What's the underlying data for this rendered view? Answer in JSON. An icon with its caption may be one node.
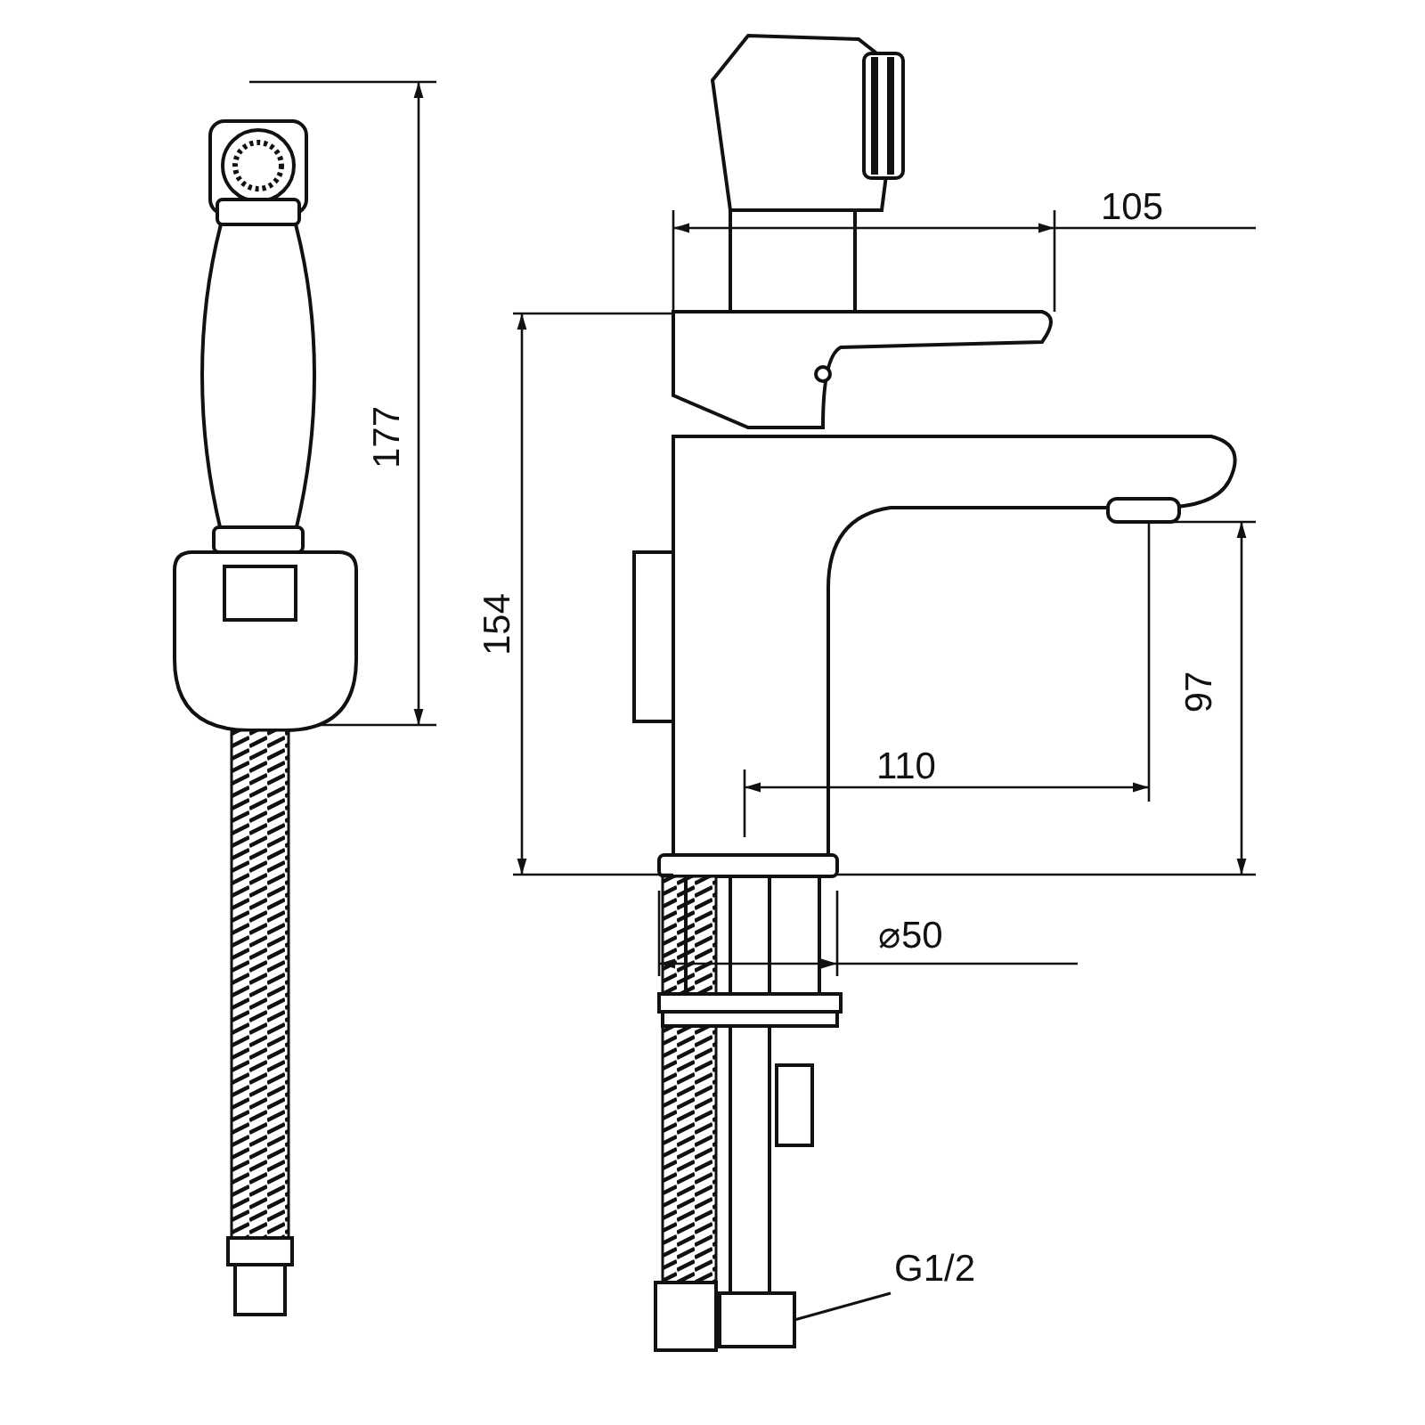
{
  "diagram": {
    "nodes": [
      {
        "text": [
          "G1/2"
        ]
      },
      {
        "text": [],
        "shape": "box"
      }
    ],
    "edges": [
      {
        "from": 0,
        "to": 1,
        "arrow": "none"
      }
    ],
    "labels": [
      "177",
      "105",
      "154",
      "97",
      "110",
      "⌀50"
    ]
  }
}
